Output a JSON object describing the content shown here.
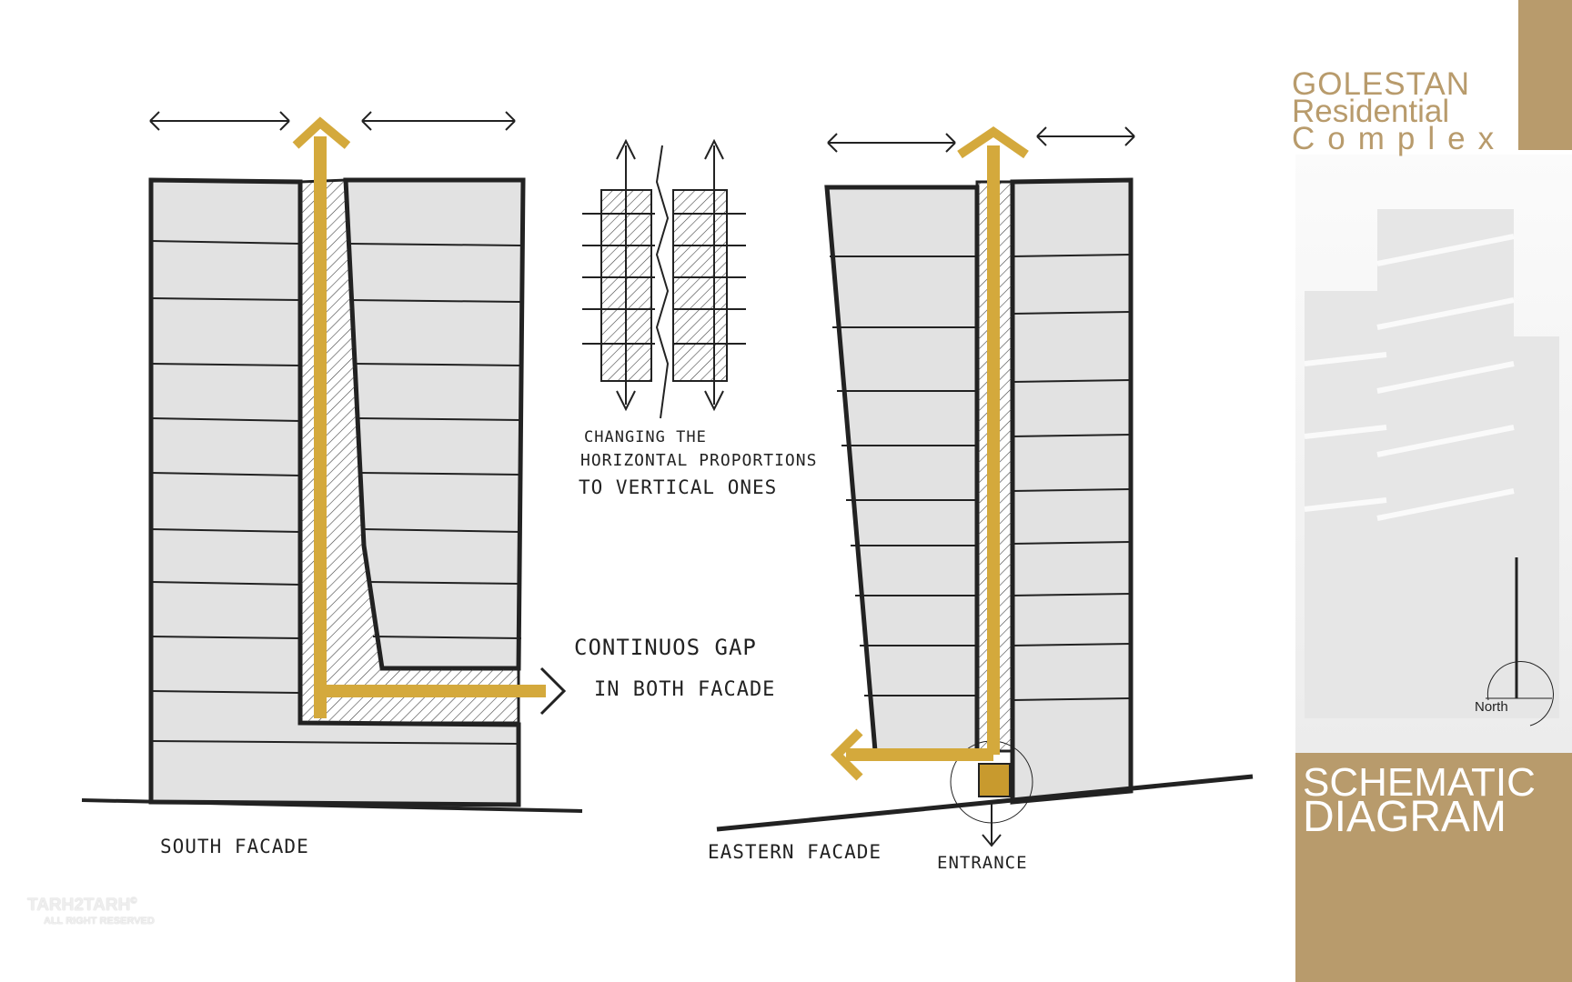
{
  "header": {
    "title_lines": [
      "GOLESTAN",
      "Residential",
      "Complex"
    ]
  },
  "panel": {
    "title_lines": [
      "SCHEMATIC",
      "DIAGRAM"
    ]
  },
  "north_label": "North",
  "annotations": {
    "south_facade": "SOUTH FACADE",
    "changing": [
      "CHANGING THE",
      "HORIZONTAL PROPORTIONS",
      "TO VERTICAL ONES"
    ],
    "gap": [
      "CONTINUOS GAP",
      "IN BOTH FACADE"
    ],
    "eastern_facade": "EASTERN FACADE",
    "entrance": "ENTRANCE"
  },
  "logo": {
    "name": "TARH2TARH",
    "copyright": "©",
    "subtitle": "ALL RIGHT RESERVED"
  },
  "colors": {
    "accent": "#b89b6c",
    "arrow": "#d4a93c",
    "building": "#e2e2e2",
    "ink": "#222222"
  }
}
